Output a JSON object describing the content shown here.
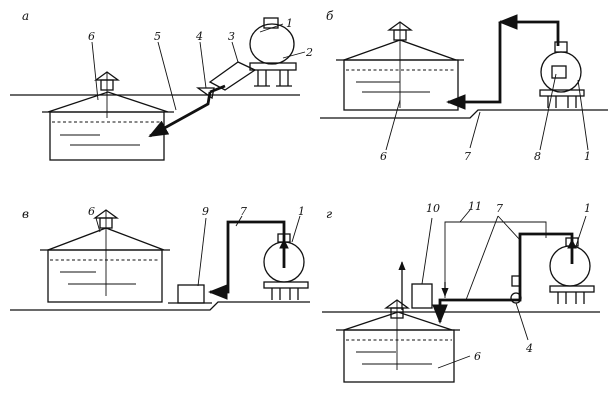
{
  "panels": {
    "a": {
      "letter": "а",
      "labels": {
        "l1": "1",
        "l2": "2",
        "l3": "3",
        "l4": "4",
        "l5": "5",
        "l6": "6"
      }
    },
    "b": {
      "letter": "б",
      "labels": {
        "l6": "6",
        "l7": "7",
        "l8": "8",
        "l1": "1"
      }
    },
    "v": {
      "letter": "в",
      "labels": {
        "l6": "6",
        "l9": "9",
        "l7": "7",
        "l1": "1"
      }
    },
    "g": {
      "letter": "г",
      "labels": {
        "l10": "10",
        "l11": "11",
        "l7": "7",
        "l1": "1",
        "l4": "4",
        "l6": "6"
      }
    }
  }
}
